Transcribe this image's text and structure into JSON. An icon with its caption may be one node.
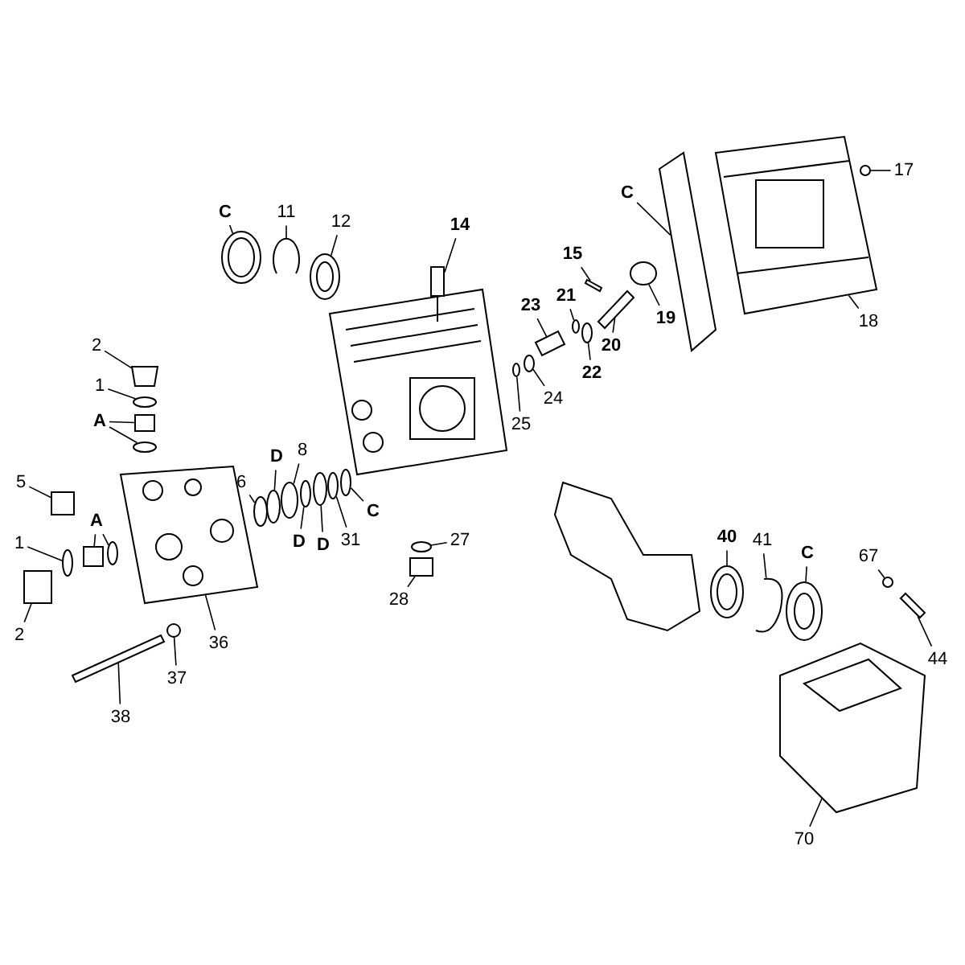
{
  "diagram": {
    "nodes": [
      {
        "text": [
          "C"
        ]
      },
      {
        "text": [
          "11"
        ]
      },
      {
        "text": [
          "12"
        ]
      },
      {
        "text": [
          "14"
        ]
      },
      {
        "text": [
          "15"
        ]
      },
      {
        "text": [
          "21"
        ]
      },
      {
        "text": [
          "23"
        ]
      },
      {
        "text": [
          "22"
        ]
      },
      {
        "text": [
          "20"
        ]
      },
      {
        "text": [
          "19"
        ]
      },
      {
        "text": [
          "C"
        ]
      },
      {
        "text": [
          "17"
        ]
      },
      {
        "text": [
          "18"
        ]
      },
      {
        "text": [
          "2"
        ]
      },
      {
        "text": [
          "1"
        ]
      },
      {
        "text": [
          "A"
        ]
      },
      {
        "text": [
          "5"
        ]
      },
      {
        "text": [
          "6"
        ]
      },
      {
        "text": [
          "8"
        ]
      },
      {
        "text": [
          "D"
        ]
      },
      {
        "text": [
          "D"
        ]
      },
      {
        "text": [
          "D"
        ]
      },
      {
        "text": [
          "C"
        ]
      },
      {
        "text": [
          "31"
        ]
      },
      {
        "text": [
          "24"
        ]
      },
      {
        "text": [
          "25"
        ]
      },
      {
        "text": [
          "1"
        ]
      },
      {
        "text": [
          "A"
        ]
      },
      {
        "text": [
          "2"
        ]
      },
      {
        "text": [
          "37"
        ]
      },
      {
        "text": [
          "36"
        ]
      },
      {
        "text": [
          "38"
        ]
      },
      {
        "text": [
          "27"
        ]
      },
      {
        "text": [
          "28"
        ]
      },
      {
        "text": [
          "40"
        ]
      },
      {
        "text": [
          "41"
        ]
      },
      {
        "text": [
          "C"
        ]
      },
      {
        "text": [
          "67"
        ]
      },
      {
        "text": [
          "44"
        ]
      },
      {
        "text": [
          "70"
        ]
      },
      {
        "text": [],
        "shape": "picture"
      },
      {
        "text": [],
        "shape": "picture"
      },
      {
        "text": [],
        "shape": "picture"
      },
      {
        "text": [],
        "shape": "picture"
      },
      {
        "text": [],
        "shape": "bar"
      },
      {
        "text": [],
        "shape": "circle"
      },
      {
        "text": [],
        "shape": "box"
      },
      {
        "text": [],
        "shape": "circle"
      },
      {
        "text": [],
        "shape": "bar"
      },
      {
        "text": [],
        "shape": "circle"
      },
      {
        "text": [],
        "shape": "box"
      },
      {
        "text": [],
        "shape": "circle"
      },
      {
        "text": [],
        "shape": "picture"
      },
      {
        "text": [],
        "shape": "box"
      },
      {
        "text": [],
        "shape": "circle"
      },
      {
        "text": [],
        "shape": "box"
      },
      {
        "text": [],
        "shape": "circle"
      },
      {
        "text": [],
        "shape": "box"
      },
      {
        "text": [],
        "shape": "circle"
      },
      {
        "text": [],
        "shape": "circle"
      },
      {
        "text": [],
        "shape": "circle"
      },
      {
        "text": [],
        "shape": "circle"
      },
      {
        "text": [],
        "shape": "circle"
      },
      {
        "text": [],
        "shape": "circle"
      },
      {
        "text": [],
        "shape": "circle"
      },
      {
        "text": [],
        "shape": "circle"
      },
      {
        "text": [],
        "shape": "circle"
      },
      {
        "text": [],
        "shape": "circle"
      },
      {
        "text": [],
        "shape": "box"
      },
      {
        "text": [],
        "shape": "circle"
      },
      {
        "text": [],
        "shape": "box"
      },
      {
        "text": [],
        "shape": "circle"
      },
      {
        "text": [],
        "shape": "picture"
      },
      {
        "text": [],
        "shape": "bar"
      },
      {
        "text": [],
        "shape": "circle"
      },
      {
        "text": [],
        "shape": "box"
      },
      {
        "text": [],
        "shape": "picture"
      },
      {
        "text": [],
        "shape": "picture"
      },
      {
        "text": [],
        "shape": "picture"
      },
      {
        "text": [],
        "shape": "circle"
      },
      {
        "text": [],
        "shape": "bar"
      },
      {
        "text": [],
        "shape": "picture"
      }
    ],
    "edges": [
      {
        "from": 0,
        "to": 40,
        "arrow": "none"
      },
      {
        "from": 1,
        "to": 41,
        "arrow": "none"
      },
      {
        "from": 2,
        "to": 42,
        "arrow": "none"
      },
      {
        "from": 3,
        "to": 43,
        "arrow": "none"
      },
      {
        "from": 4,
        "to": 44,
        "arrow": "none"
      },
      {
        "from": 5,
        "to": 45,
        "arrow": "none"
      },
      {
        "from": 6,
        "to": 46,
        "arrow": "none"
      },
      {
        "from": 7,
        "to": 47,
        "arrow": "none"
      },
      {
        "from": 8,
        "to": 48,
        "arrow": "none"
      },
      {
        "from": 9,
        "to": 49,
        "arrow": "none"
      },
      {
        "from": 10,
        "to": 50,
        "arrow": "none"
      },
      {
        "from": 11,
        "to": 51,
        "arrow": "none"
      },
      {
        "from": 12,
        "to": 52,
        "arrow": "none"
      },
      {
        "from": 13,
        "to": 53,
        "arrow": "none"
      },
      {
        "from": 14,
        "to": 54,
        "arrow": "none"
      },
      {
        "from": 15,
        "to": 55,
        "arrow": "none"
      },
      {
        "from": 15,
        "to": 56,
        "arrow": "none"
      },
      {
        "from": 16,
        "to": 57,
        "arrow": "none"
      },
      {
        "from": 17,
        "to": 58,
        "arrow": "none"
      },
      {
        "from": 18,
        "to": 60,
        "arrow": "none"
      },
      {
        "from": 19,
        "to": 59,
        "arrow": "none"
      },
      {
        "from": 20,
        "to": 61,
        "arrow": "none"
      },
      {
        "from": 21,
        "to": 62,
        "arrow": "none"
      },
      {
        "from": 22,
        "to": 64,
        "arrow": "none"
      },
      {
        "from": 23,
        "to": 63,
        "arrow": "none"
      },
      {
        "from": 24,
        "to": 65,
        "arrow": "none"
      },
      {
        "from": 25,
        "to": 66,
        "arrow": "none"
      },
      {
        "from": 26,
        "to": 67,
        "arrow": "none"
      },
      {
        "from": 27,
        "to": 68,
        "arrow": "none"
      },
      {
        "from": 27,
        "to": 69,
        "arrow": "none"
      },
      {
        "from": 28,
        "to": 70,
        "arrow": "none"
      },
      {
        "from": 29,
        "to": 71,
        "arrow": "none"
      },
      {
        "from": 30,
        "to": 72,
        "arrow": "none"
      },
      {
        "from": 31,
        "to": 73,
        "arrow": "none"
      },
      {
        "from": 32,
        "to": 74,
        "arrow": "none"
      },
      {
        "from": 33,
        "to": 75,
        "arrow": "none"
      },
      {
        "from": 34,
        "to": 76,
        "arrow": "none"
      },
      {
        "from": 35,
        "to": 77,
        "arrow": "none"
      },
      {
        "from": 36,
        "to": 78,
        "arrow": "none"
      },
      {
        "from": 37,
        "to": 79,
        "arrow": "none"
      },
      {
        "from": 38,
        "to": 80,
        "arrow": "none"
      },
      {
        "from": 39,
        "to": 81,
        "arrow": "none"
      }
    ]
  }
}
